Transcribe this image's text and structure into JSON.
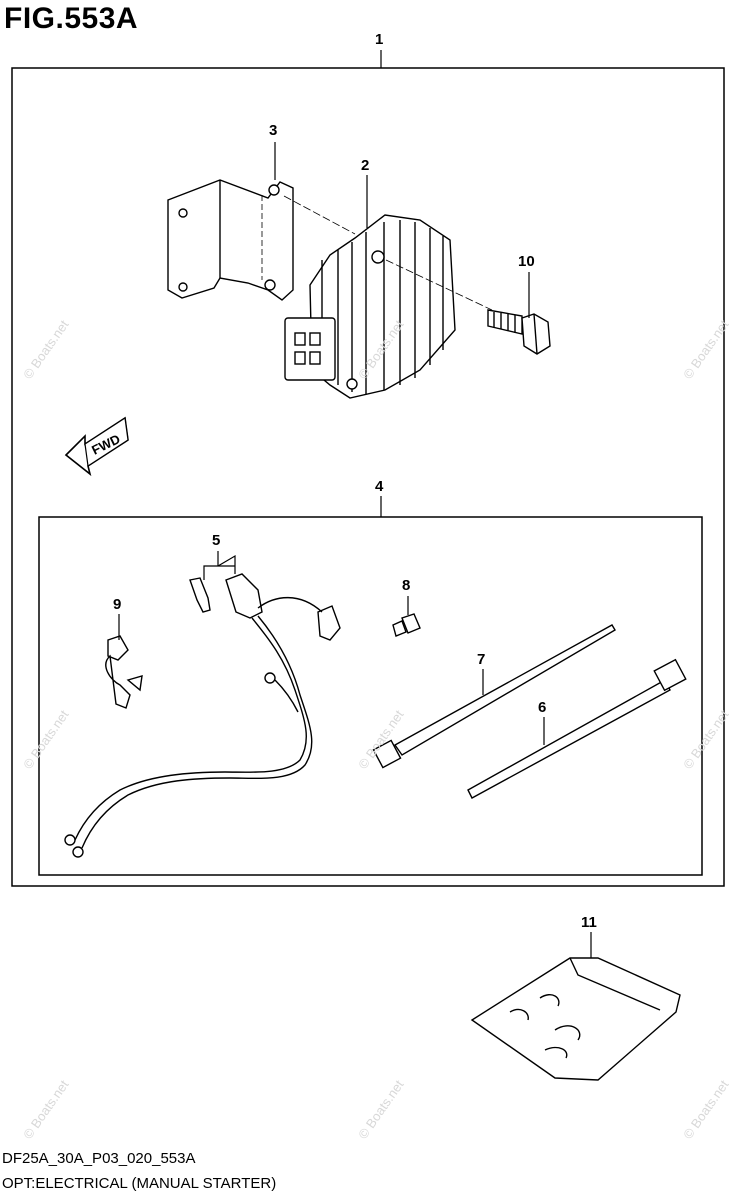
{
  "figure": {
    "title": "FIG.553A",
    "model_code": "DF25A_30A_P03_020_553A",
    "description": "OPT:ELECTRICAL (MANUAL STARTER)",
    "direction_label": "FWD",
    "watermark": "© Boats.net"
  },
  "callouts": [
    "1",
    "2",
    "3",
    "4",
    "5",
    "6",
    "7",
    "8",
    "9",
    "10",
    "11"
  ],
  "parts": [
    {
      "ref": "1",
      "name": "kit assembly (outer frame)"
    },
    {
      "ref": "2",
      "name": "regulator / rectifier"
    },
    {
      "ref": "3",
      "name": "mounting bracket"
    },
    {
      "ref": "4",
      "name": "harness kit (inner frame)"
    },
    {
      "ref": "5",
      "name": "connector pair"
    },
    {
      "ref": "6",
      "name": "cable tie"
    },
    {
      "ref": "7",
      "name": "cable tie"
    },
    {
      "ref": "8",
      "name": "screw"
    },
    {
      "ref": "9",
      "name": "clamp"
    },
    {
      "ref": "10",
      "name": "bolt"
    },
    {
      "ref": "11",
      "name": "parts bag"
    }
  ]
}
